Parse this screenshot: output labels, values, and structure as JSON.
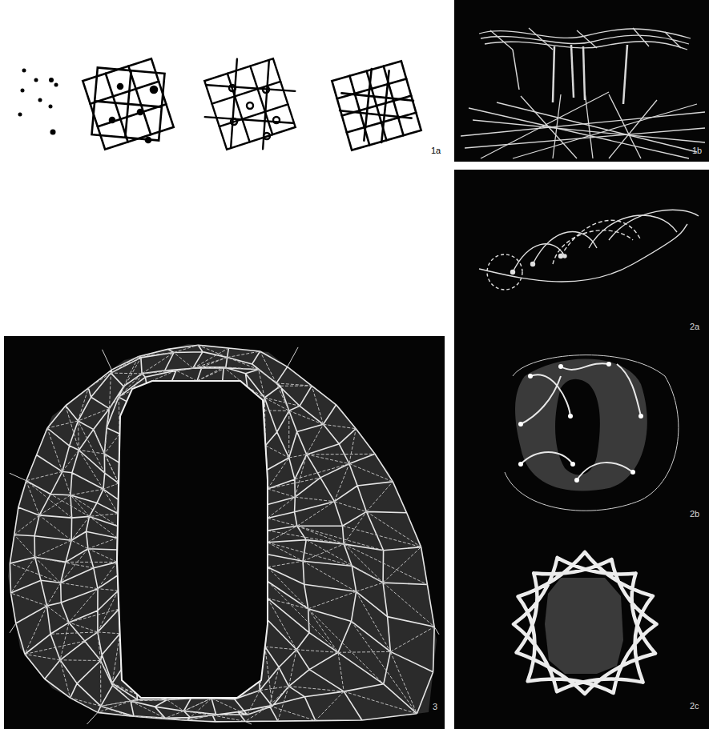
{
  "diagram": {
    "labels": [
      "1a",
      "1b",
      "2a",
      "2b",
      "2c",
      "3"
    ]
  }
}
